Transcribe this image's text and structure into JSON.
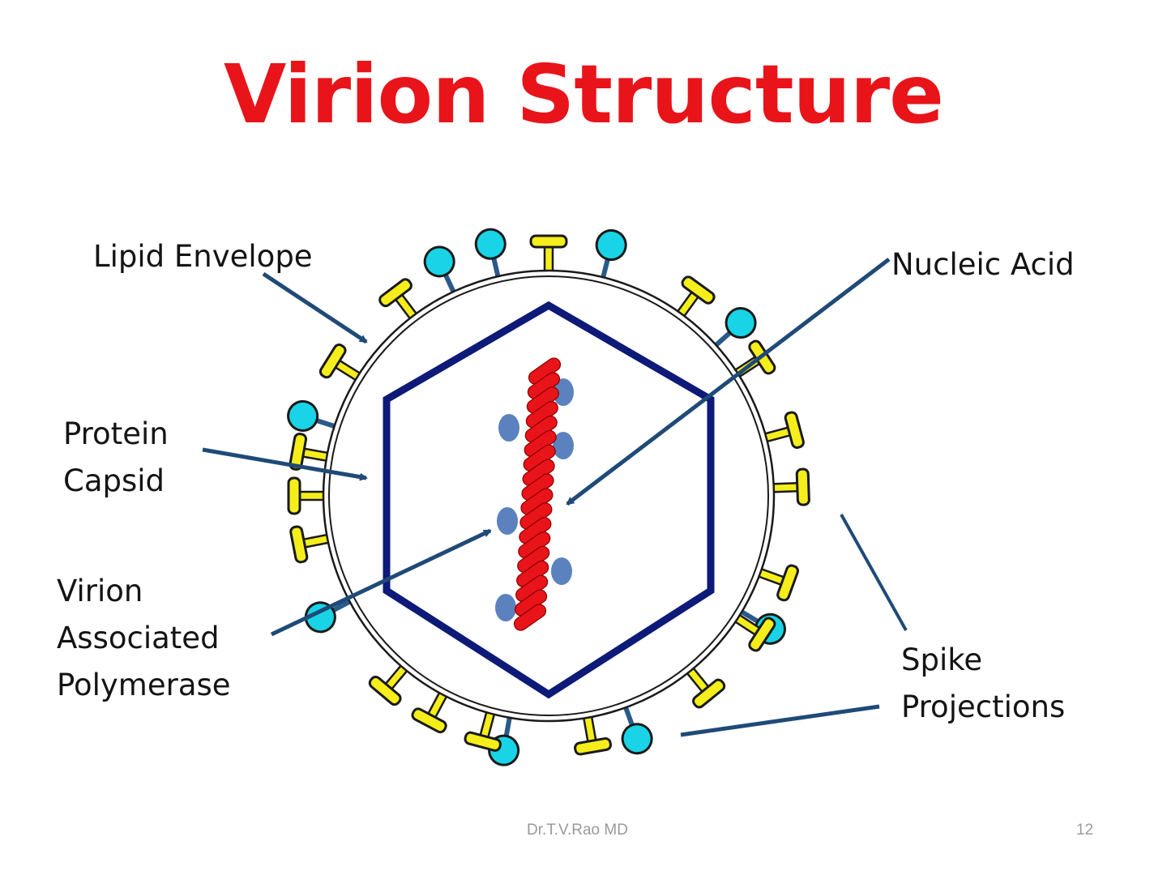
{
  "title": "Virion Structure",
  "labels": {
    "lipid_envelope": "Lipid Envelope",
    "nucleic_acid": "Nucleic Acid",
    "protein_capsid": [
      "Protein",
      "Capsid"
    ],
    "virion_associated_polymerase": [
      "Virion",
      "Associated",
      "Polymerase"
    ],
    "spike_projections": [
      "Spike",
      "Projections"
    ]
  },
  "footer": {
    "author": "Dr.T.V.Rao MD",
    "page_number": "12"
  },
  "colors": {
    "title": "#e8141a",
    "capsid": "#0d1a78",
    "nucleic_acid": "#e8141a",
    "polymerase": "#5b82bf",
    "arrow": "#1f4a78",
    "spike_t": "#f5ee1a",
    "spike_knob": "#19d3e6"
  }
}
